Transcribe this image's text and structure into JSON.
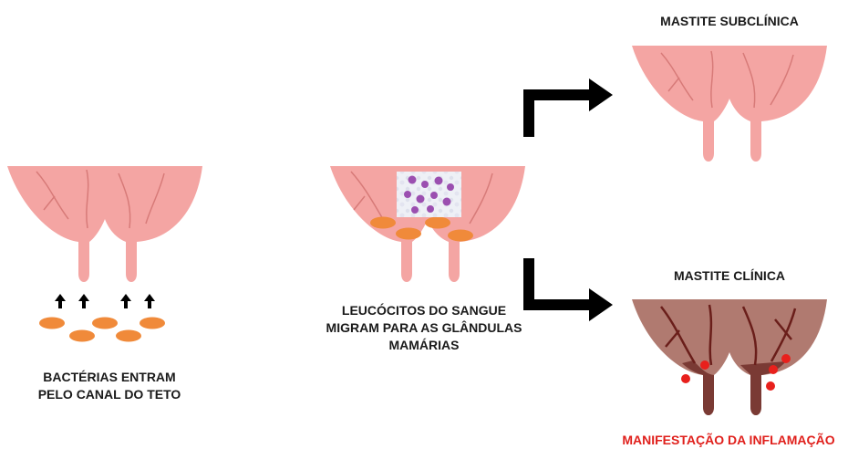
{
  "labels": {
    "subclinical": "MASTITE SUBCLÍNICA",
    "clinical": "MASTITE CLÍNICA",
    "leucocitos": [
      "LEUCÓCITOS DO SANGUE",
      "MIGRAM PARA AS GLÂNDULAS",
      "MAMÁRIAS"
    ],
    "bacterias": [
      "BACTÉRIAS ENTRAM",
      "PELO CANAL DO TETO"
    ],
    "inflammation": "MANIFESTAÇÃO DA INFLAMAÇÃO"
  },
  "colors": {
    "udder_healthy": "#f4a5a3",
    "udder_vein": "#d0706e",
    "udder_inflamed": "#b07a70",
    "udder_inflamed_teat": "#7a3a34",
    "udder_inflamed_vein": "#6a1e1a",
    "bacteria": "#f08a3a",
    "arrow": "#000000",
    "inflammation_text": "#e0201c",
    "inflammation_marker": "#e8201c",
    "leukocyte": "#9b4fb0"
  },
  "icons": [
    "up-arrow-icon",
    "elbow-arrow-icon",
    "inflammation-star-icon"
  ]
}
